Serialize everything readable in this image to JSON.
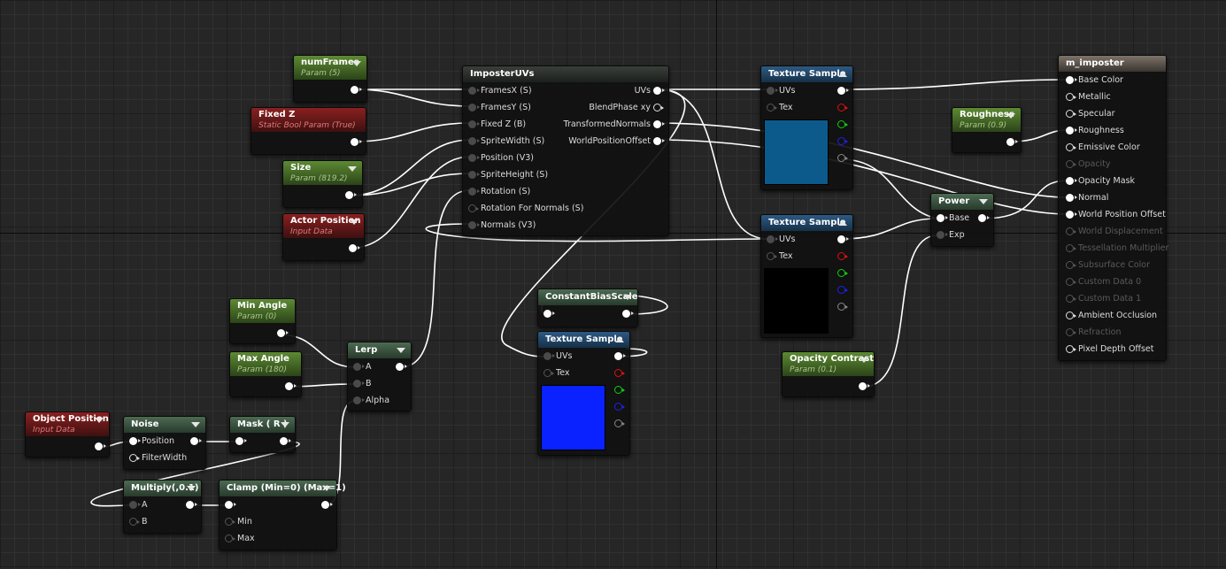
{
  "graph": {
    "nodes": {
      "num_frames": {
        "title": "numFrames",
        "subtitle": "Param (5)"
      },
      "fixed_z": {
        "title": "Fixed Z",
        "subtitle": "Static Bool Param (True)"
      },
      "size": {
        "title": "Size",
        "subtitle": "Param (819.2)"
      },
      "actor_position": {
        "title": "Actor Position",
        "subtitle": "Input Data"
      },
      "imposter_uvs": {
        "title": "ImposterUVs",
        "inputs": [
          "FramesX (S)",
          "FramesY (S)",
          "Fixed Z (B)",
          "SpriteWidth (S)",
          "Position (V3)",
          "SpriteHeight (S)",
          "Rotation (S)",
          "Rotation For Normals (S)",
          "Normals (V3)"
        ],
        "outputs": [
          "UVs",
          "BlendPhase xy",
          "TransformedNormals",
          "WorldPositionOffset"
        ]
      },
      "tex_sample_1": {
        "title": "Texture Sample",
        "inputs": [
          "UVs",
          "Tex"
        ],
        "preview_color": "#0c5a8c"
      },
      "tex_sample_2": {
        "title": "Texture Sample",
        "inputs": [
          "UVs",
          "Tex"
        ],
        "preview_color": "#000000"
      },
      "tex_sample_3": {
        "title": "Texture Sample",
        "inputs": [
          "UVs",
          "Tex"
        ],
        "preview_color": "#0a22ff"
      },
      "constant_bias_scale": {
        "title": "ConstantBiasScale"
      },
      "roughness": {
        "title": "Roughness",
        "subtitle": "Param (0.9)"
      },
      "power": {
        "title": "Power",
        "inputs": [
          "Base",
          "Exp"
        ]
      },
      "opacity_contrast": {
        "title": "Opacity Contrast",
        "subtitle": "Param (0.1)"
      },
      "m_imposter": {
        "title": "m_imposter",
        "inputs": [
          "Base Color",
          "Metallic",
          "Specular",
          "Roughness",
          "Emissive Color",
          "Opacity",
          "Opacity Mask",
          "Normal",
          "World Position Offset",
          "World Displacement",
          "Tessellation Multiplier",
          "Subsurface Color",
          "Custom Data 0",
          "Custom Data 1",
          "Ambient Occlusion",
          "Refraction",
          "Pixel Depth Offset"
        ]
      },
      "min_angle": {
        "title": "Min Angle",
        "subtitle": "Param (0)"
      },
      "max_angle": {
        "title": "Max Angle",
        "subtitle": "Param (180)"
      },
      "lerp": {
        "title": "Lerp",
        "inputs": [
          "A",
          "B",
          "Alpha"
        ]
      },
      "object_position": {
        "title": "Object Position",
        "subtitle": "Input Data"
      },
      "noise": {
        "title": "Noise",
        "inputs": [
          "Position",
          "FilterWidth"
        ]
      },
      "mask": {
        "title": "Mask ( R )"
      },
      "multiply": {
        "title": "Multiply(,0.1)",
        "inputs": [
          "A",
          "B"
        ]
      },
      "clamp": {
        "title": "Clamp (Min=0) (Max=1)",
        "inputs": [
          "Min",
          "Max"
        ]
      }
    }
  },
  "colors": {
    "param_header": "#4a6a2c",
    "input_data_header": "#8a2020",
    "texture_header": "#2d5a84",
    "material_header": "#7d7369",
    "wire": "#ffffff"
  }
}
